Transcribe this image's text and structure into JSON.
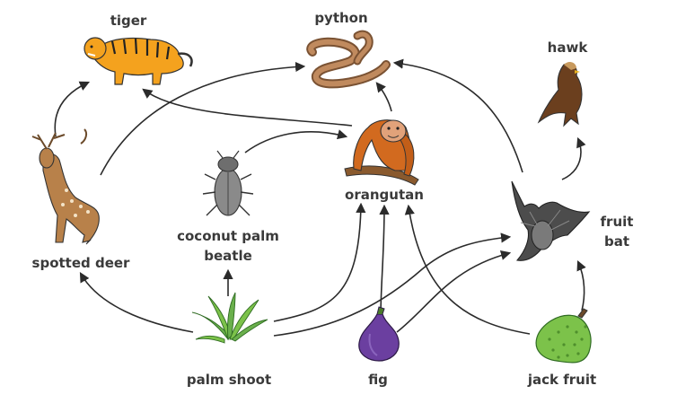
{
  "organisms": {
    "tiger": "tiger",
    "python": "python",
    "hawk": "hawk",
    "orangutan": "orangutan",
    "fruit_bat_line1": "fruit",
    "fruit_bat_line2": "bat",
    "spotted_deer": "spotted deer",
    "coconut_palm_beatle_line1": "coconut palm",
    "coconut_palm_beatle_line2": "beatle",
    "palm_shoot": "palm shoot",
    "fig": "fig",
    "jack_fruit": "jack fruit"
  },
  "links": [
    {
      "from": "palm shoot",
      "to": "spotted deer"
    },
    {
      "from": "palm shoot",
      "to": "coconut palm beatle"
    },
    {
      "from": "palm shoot",
      "to": "orangutan"
    },
    {
      "from": "palm shoot",
      "to": "fruit bat"
    },
    {
      "from": "fig",
      "to": "orangutan"
    },
    {
      "from": "fig",
      "to": "fruit bat"
    },
    {
      "from": "jack fruit",
      "to": "orangutan"
    },
    {
      "from": "jack fruit",
      "to": "fruit bat"
    },
    {
      "from": "spotted deer",
      "to": "tiger"
    },
    {
      "from": "spotted deer",
      "to": "python"
    },
    {
      "from": "coconut palm beatle",
      "to": "orangutan"
    },
    {
      "from": "orangutan",
      "to": "tiger"
    },
    {
      "from": "orangutan",
      "to": "python"
    },
    {
      "from": "fruit bat",
      "to": "python"
    },
    {
      "from": "fruit bat",
      "to": "hawk"
    }
  ],
  "colors": {
    "arrow": "#2b2b2b",
    "label": "#3a3a3a",
    "tiger": "#f4a21e",
    "python": "#b07a52",
    "hawk": "#6b3f1e",
    "orangutan": "#d26a1f",
    "bat": "#5b5b5b",
    "deer": "#b8814a",
    "beetle": "#8a8a8a",
    "palm": "#6ab04c",
    "fig": "#6b3fa0",
    "jackfruit": "#7cc24a"
  }
}
